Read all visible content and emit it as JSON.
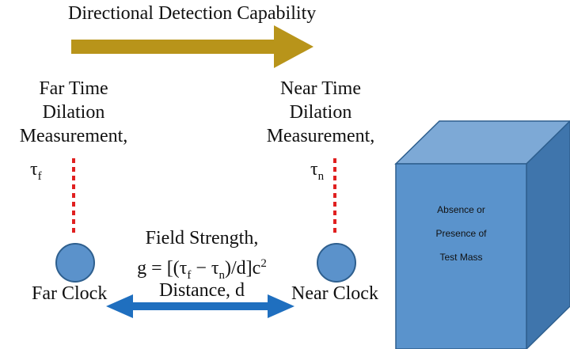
{
  "title": "Directional Detection Capability",
  "far_label": {
    "line1": "Far Time",
    "line2": "Dilation",
    "line3": "Measurement,",
    "symbol": "τ",
    "subscript": "f"
  },
  "near_label": {
    "line1": "Near Time",
    "line2": "Dilation",
    "line3": "Measurement,",
    "symbol": "τ",
    "subscript": "n"
  },
  "field": {
    "line1": "Field Strength,",
    "eq_part1": "g = [(τ",
    "eq_sub1": "f",
    "eq_part2": " − τ",
    "eq_sub2": "n",
    "eq_part3": ")/d]c",
    "eq_sup": "2",
    "distance": "Distance, d"
  },
  "far_clock": "Far Clock",
  "near_clock": "Near Clock",
  "box": {
    "line1": "Absence or",
    "line2": "Presence of",
    "line3": "Test Mass"
  },
  "colors": {
    "gold_arrow": "#B8941A",
    "blue_arrow": "#1F6FBF",
    "clock_fill": "#5B92CB",
    "clock_stroke": "#2E5F8E",
    "dotted_line": "#E02020",
    "box_front": "#5A93CC",
    "box_top": "#7DA9D6",
    "box_side": "#3F75AC",
    "box_edge": "#2E5F8E"
  }
}
